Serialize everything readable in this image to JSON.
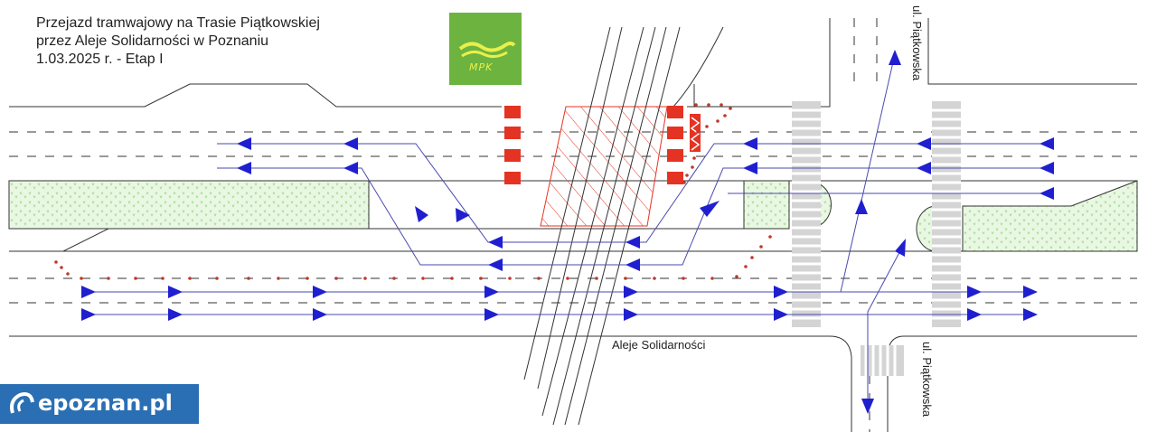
{
  "title": {
    "line1": "Przejazd tramwajowy na Trasie Piątkowskiej",
    "line2": "przez Aleje Solidarności w Poznaniu",
    "line3": "1.03.2025 r. - Etap I"
  },
  "logos": {
    "mpk_text": "MPK",
    "brand_text": "epoznan.pl"
  },
  "labels": {
    "main_street": "Aleje Solidarności",
    "cross_street_north": "ul. Piątkowska",
    "cross_street_south": "ul. Piątkowska"
  },
  "colors": {
    "lane_arrow": "#1f1fd0",
    "traffic_flow_line": "#4a4ab0",
    "barrier": "#e53323",
    "closed_area": "#e53323",
    "median_green": "#e6f7df",
    "crosswalk": "#d0d0d0",
    "road_edge": "#333333",
    "mpk_background": "#6db33f",
    "brand_background": "#2a6fb4"
  }
}
